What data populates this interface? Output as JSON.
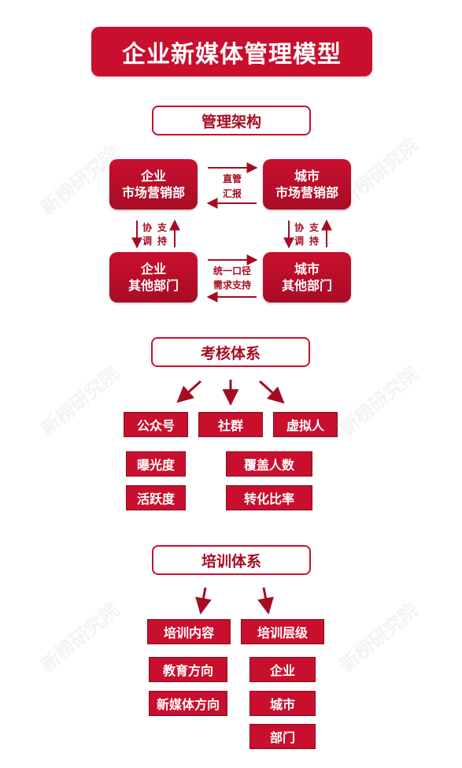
{
  "title": "企业新媒体管理模型",
  "watermark": "新榜研究院",
  "sections": {
    "management": {
      "header": "管理架构",
      "boxes": {
        "enterprise_marketing": {
          "line1": "企业",
          "line2": "市场营销部"
        },
        "city_marketing": {
          "line1": "城市",
          "line2": "市场营销部"
        },
        "enterprise_other": {
          "line1": "企业",
          "line2": "其他部门"
        },
        "city_other": {
          "line1": "城市",
          "line2": "其他部门"
        }
      },
      "labels": {
        "direct": "直管",
        "report": "汇报",
        "coord_left_1": "协",
        "coord_left_2": "调",
        "support_left_1": "支",
        "support_left_2": "持",
        "coord_right_1": "协",
        "coord_right_2": "调",
        "support_right_1": "支",
        "support_right_2": "持",
        "unified": "统一口径",
        "needs_support": "需求支持"
      }
    },
    "assessment": {
      "header": "考核体系",
      "categories": [
        "公众号",
        "社群",
        "虚拟人"
      ],
      "left_metrics": [
        "曝光度",
        "活跃度"
      ],
      "right_metrics": [
        "覆盖人数",
        "转化比率"
      ]
    },
    "training": {
      "header": "培训体系",
      "categories": [
        "培训内容",
        "培训层级"
      ],
      "content_items": [
        "教育方向",
        "新媒体方向"
      ],
      "level_items": [
        "企业",
        "城市",
        "部门"
      ]
    }
  },
  "colors": {
    "brand_red": "#c8102e",
    "dark_red": "#a50d22"
  }
}
